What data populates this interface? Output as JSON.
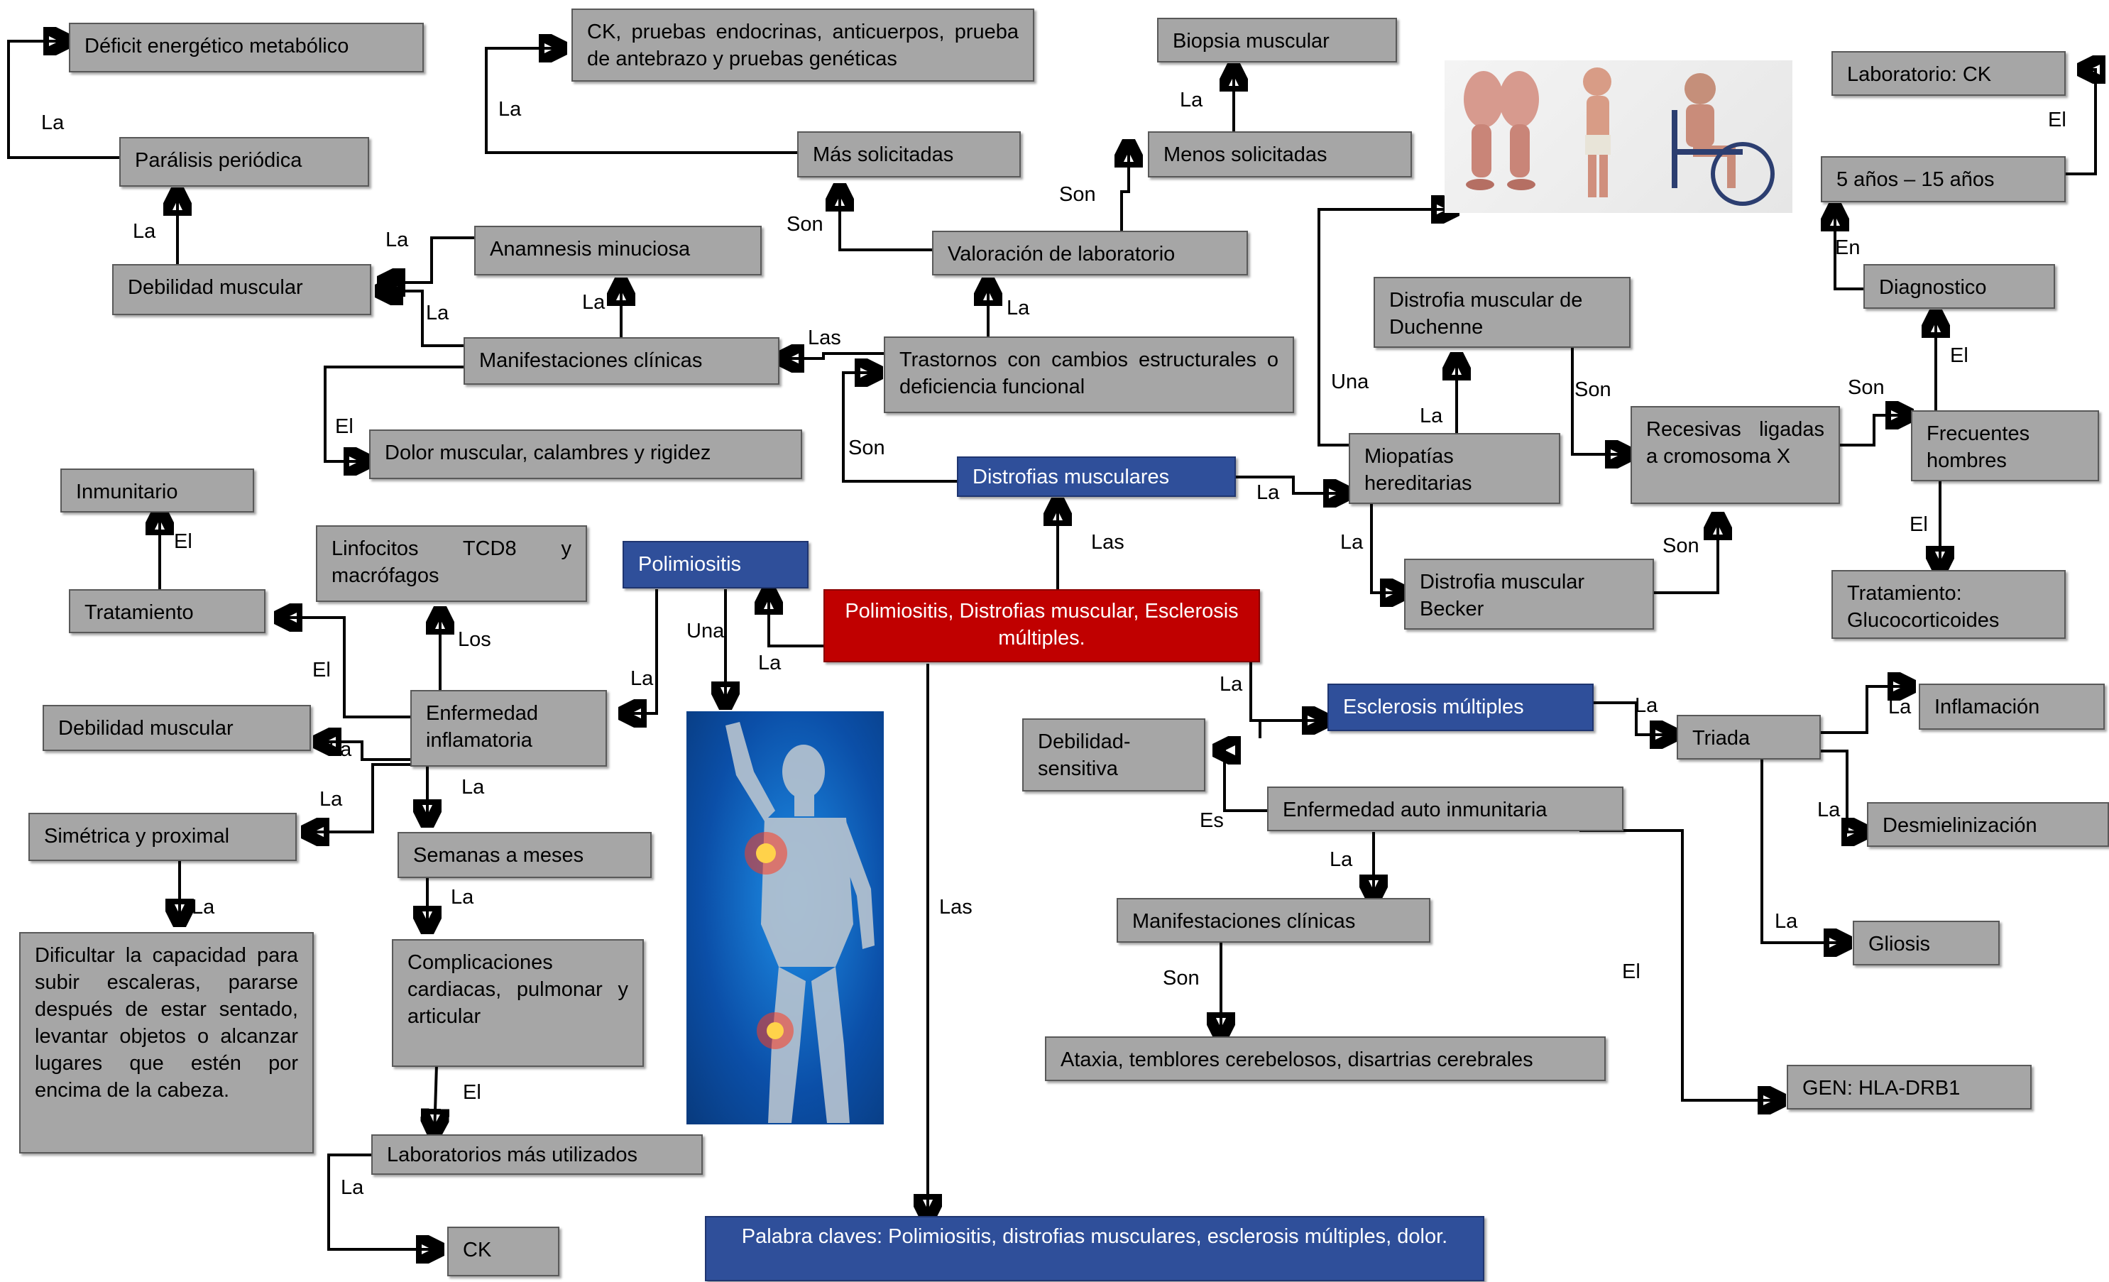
{
  "central": "Polimiositis, Distrofias muscular, Esclerosis múltiples.",
  "keywords": "Palabra claves: Polimiositis, distrofias musculares, esclerosis múltiples, dolor.",
  "distrofias": {
    "title": "Distrofias musculares",
    "trastornos": "Trastornos con cambios estructurales o deficiencia funcional",
    "manifestaciones": "Manifestaciones clínicas",
    "anamnesis": "Anamnesis minuciosa",
    "debilidad": "Debilidad muscular",
    "paralisis": "Parálisis periódica",
    "deficit": "Déficit energético metabólico",
    "dolor": "Dolor muscular, calambres y rigidez",
    "valoracion": "Valoración de laboratorio",
    "mas": "Más solicitadas",
    "mas_detalle": "CK, pruebas endocrinas, anticuerpos, prueba de antebrazo y pruebas genéticas",
    "menos": "Menos solicitadas",
    "biopsia": "Biopsia muscular",
    "miopatias": "Miopatías hereditarias",
    "duchenne": "Distrofia muscular de Duchenne",
    "becker": "Distrofia muscular Becker",
    "recesivas": "Recesivas ligadas a cromosoma X",
    "frecuentes": "Frecuentes hombres",
    "diagnostico": "Diagnostico",
    "edad": "5 años – 15 años",
    "laboratorio": "Laboratorio: CK",
    "tratamiento": "Tratamiento: Glucocorticoides"
  },
  "polimiositis": {
    "title": "Polimiositis",
    "enfermedad": "Enfermedad inflamatoria",
    "linfocitos": "Linfocitos TCD8 y macrófagos",
    "tratamiento": "Tratamiento",
    "inmunitario": "Inmunitario",
    "debilidad": "Debilidad muscular",
    "simetrica": "Simétrica y proximal",
    "dificultar": "Dificultar la capacidad para subir escaleras, pararse después de estar sentado, levantar objetos o alcanzar lugares que estén por encima de la cabeza.",
    "semanas": "Semanas a meses",
    "complicaciones": "Complicaciones cardiacas, pulmonar y articular",
    "laboratorios": "Laboratorios más utilizados",
    "ck": "CK"
  },
  "esclerosis": {
    "title": "Esclerosis múltiples",
    "triada": "Triada",
    "inflamacion": "Inflamación",
    "desmielinizacion": "Desmielinización",
    "gliosis": "Gliosis",
    "autoinmune": "Enfermedad auto inmunitaria",
    "debilidad": "Debilidad-sensitiva",
    "manifestaciones": "Manifestaciones clínicas",
    "ataxia": "Ataxia, temblores cerebelosos, disartrias cerebrales",
    "gen": "GEN: HLA-DRB1"
  },
  "connectors": {
    "las_central": "Las",
    "la_polimiositis": "La",
    "la_esclerosis": "La",
    "las_keywords": "Las",
    "son_trastornos": "Son",
    "las_manifest": "Las",
    "la_valoracion": "La",
    "la_anamnesis": "La",
    "la_debilidad": "La",
    "el_dolor": "El",
    "la_paralisis": "La",
    "la_deficit": "La",
    "la_debil_from_anam": "La",
    "son_mas": "Son",
    "la_mas_detalle": "La",
    "son_menos": "Son",
    "la_biopsia": "La",
    "la_miopatias": "La",
    "una_image": "Una",
    "la_duchenne": "La",
    "la_becker": "La",
    "son_duchenne": "Son",
    "son_becker": "Son",
    "son_frecuentes": "Son",
    "el_diagnostico": "El",
    "en_edad": "En",
    "el_laboratorio": "El",
    "el_tratamiento": "El",
    "una_body": "Una",
    "la_enfermedad": "La",
    "los_linfocitos": "Los",
    "el_tratamiento_p": "El",
    "el_inmunitario": "El",
    "la_debilidad_p": "La",
    "la_simetrica": "La",
    "la_dificultar": "La",
    "la_semanas": "La",
    "la_complicaciones": "La",
    "el_laboratorios": "El",
    "la_ck": "La",
    "la_triada": "La",
    "la_inflamacion": "La",
    "la_desmielinizacion": "La",
    "la_gliosis": "La",
    "el_gen": "El",
    "es_debilidad": "Es",
    "la_manifest_e": "La",
    "son_ataxia": "Son"
  }
}
